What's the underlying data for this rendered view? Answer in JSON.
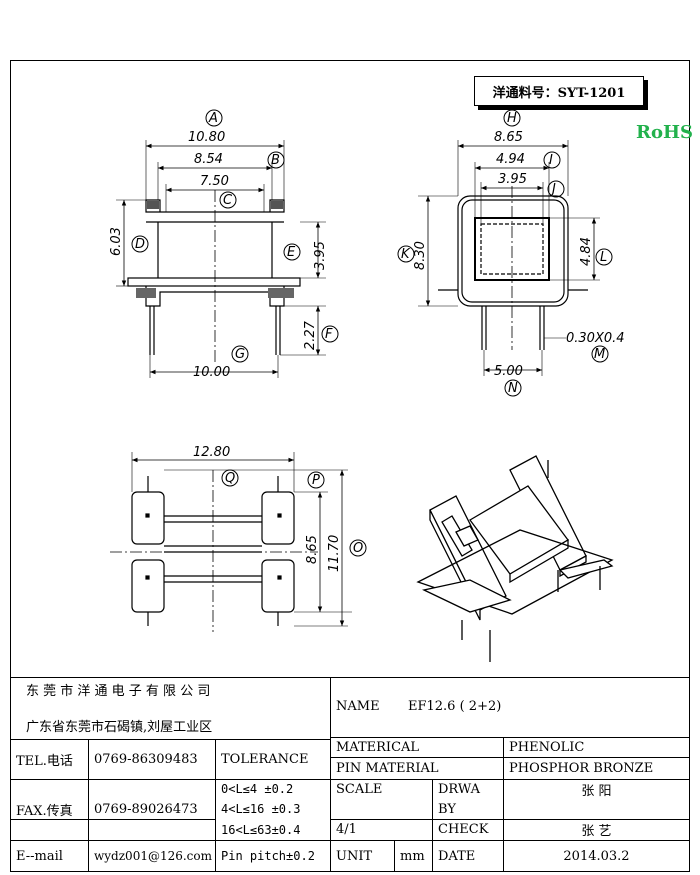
{
  "part_number": "洋通料号：SYT-1201",
  "rohs": "RoHS",
  "dimensions": {
    "A": "A",
    "A_val": "10.80",
    "B": "B",
    "B_val": "8.54",
    "C": "C",
    "C_val": "7.50",
    "D": "D",
    "D_val": "6.03",
    "E": "E",
    "E_val": "3.95",
    "F": "F",
    "F_val": "2.27",
    "G": "G",
    "G_val": "10.00",
    "H": "H",
    "H_val": "8.65",
    "I": "I",
    "I_val": "4.94",
    "J": "J",
    "J_val": "3.95",
    "K": "K",
    "K_val": "8.30",
    "L": "L",
    "L_val": "4.84",
    "M": "M",
    "M_val": "0.30X0.4",
    "N": "N",
    "N_val": "5.00",
    "O": "O",
    "O_val": "11.70",
    "P": "P",
    "P_val": "8.65",
    "Q": "Q",
    "Q_val": "12.80"
  },
  "title_block": {
    "company": "东 莞 市 洋 通 电 子 有 限 公 司",
    "address": "广东省东莞市石碣镇,刘屋工业区",
    "name_label": "NAME",
    "name_value": "EF12.6 ( 2+2)",
    "tel_label": "TEL.电话",
    "tel_value": "0769-86309483",
    "fax_label": "FAX.传真",
    "fax_value": "0769-89026473",
    "email_label": "E--mail",
    "email_value": "wydz001@126.com",
    "tolerance_label": "TOLERANCE",
    "tol_1": "0<L≤4   ±0.2",
    "tol_2": "4<L≤16  ±0.3",
    "tol_3": "16<L≤63±0.4",
    "tol_4": "Pin pitch±0.2",
    "material_label": "MATERICAL",
    "material_value": "PHENOLIC",
    "pin_material_label": "PIN MATERIAL",
    "pin_material_value": "PHOSPHOR BRONZE",
    "scale_label": "SCALE",
    "scale_value": "4/1",
    "drawn_label_1": "DRWA",
    "drawn_label_2": "BY",
    "drawn_value": "张 阳",
    "check_label": "CHECK",
    "check_value": "张 艺",
    "unit_label": "UNIT",
    "unit_value": "mm",
    "date_label": "DATE",
    "date_value": "2014.03.2"
  }
}
